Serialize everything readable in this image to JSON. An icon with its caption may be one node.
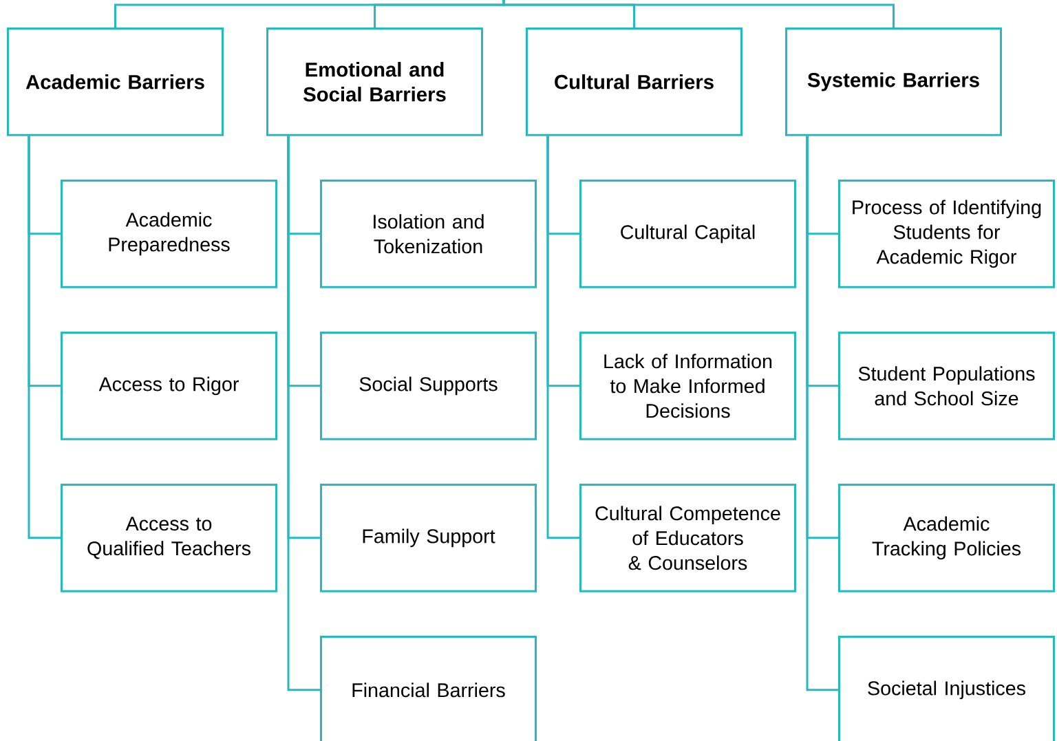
{
  "diagram": {
    "nodes": [
      {
        "text": [
          "Academic Barriers"
        ]
      },
      {
        "text": [
          "Academic Preparedness"
        ]
      },
      {
        "text": [
          "Access to Rigor"
        ]
      },
      {
        "text": [
          "Access to Qualified Teachers"
        ]
      },
      {
        "text": [
          "Emotional and Social Barriers"
        ]
      },
      {
        "text": [
          "Isolation and Tokenization"
        ]
      },
      {
        "text": [
          "Social Supports"
        ]
      },
      {
        "text": [
          "Family Support"
        ]
      },
      {
        "text": [
          "Financial Barriers"
        ]
      },
      {
        "text": [
          "Cultural Barriers"
        ]
      },
      {
        "text": [
          "Cultural Capital"
        ]
      },
      {
        "text": [
          "Lack of Information to Make Informed Decisions"
        ]
      },
      {
        "text": [
          "Cultural Competence of Educators & Counselors"
        ]
      },
      {
        "text": [
          "Systemic Barriers"
        ]
      },
      {
        "text": [
          "Process of Identifying Students for Academic Rigor"
        ]
      },
      {
        "text": [
          "Student Populations and School Size"
        ]
      },
      {
        "text": [
          "Academic Tracking Policies"
        ]
      },
      {
        "text": [
          "Societal Injustices"
        ]
      }
    ],
    "edges": [
      {
        "from": null,
        "to": 0,
        "arrow": "none"
      },
      {
        "from": null,
        "to": 4,
        "arrow": "none"
      },
      {
        "from": null,
        "to": 9,
        "arrow": "none"
      },
      {
        "from": null,
        "to": 13,
        "arrow": "none"
      },
      {
        "from": 0,
        "to": 1,
        "arrow": "none"
      },
      {
        "from": 0,
        "to": 2,
        "arrow": "none"
      },
      {
        "from": 0,
        "to": 3,
        "arrow": "none"
      },
      {
        "from": 4,
        "to": 5,
        "arrow": "none"
      },
      {
        "from": 4,
        "to": 6,
        "arrow": "none"
      },
      {
        "from": 4,
        "to": 7,
        "arrow": "none"
      },
      {
        "from": 4,
        "to": 8,
        "arrow": "none"
      },
      {
        "from": 9,
        "to": 10,
        "arrow": "none"
      },
      {
        "from": 9,
        "to": 11,
        "arrow": "none"
      },
      {
        "from": 9,
        "to": 12,
        "arrow": "none"
      },
      {
        "from": 13,
        "to": 14,
        "arrow": "none"
      },
      {
        "from": 13,
        "to": 15,
        "arrow": "none"
      },
      {
        "from": 13,
        "to": 16,
        "arrow": "none"
      },
      {
        "from": 13,
        "to": 17,
        "arrow": "none"
      }
    ]
  }
}
